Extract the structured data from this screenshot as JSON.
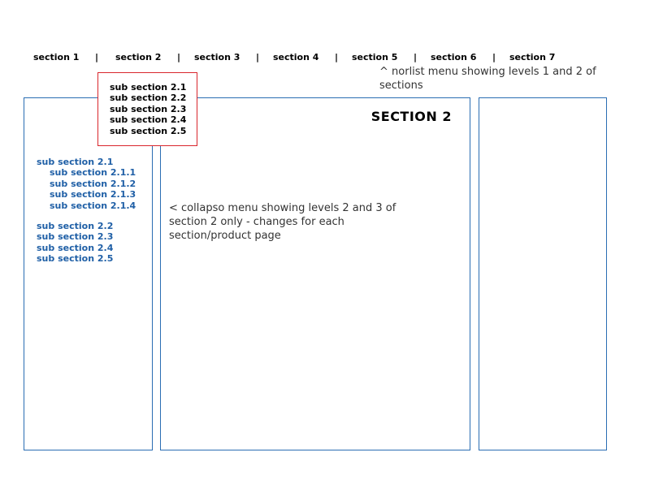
{
  "topnav": {
    "items": [
      {
        "label": "section 1"
      },
      {
        "label": "section 2"
      },
      {
        "label": "section 3"
      },
      {
        "label": "section 4"
      },
      {
        "label": "section 5"
      },
      {
        "label": "section 6"
      },
      {
        "label": "section 7"
      }
    ],
    "separator": "|"
  },
  "notes": {
    "top": "^ norlist menu showing levels 1 and 2 of sections",
    "center": "< collapso menu showing levels 2 and 3 of section 2 only - changes for each section/product page"
  },
  "dropdown": {
    "items": [
      {
        "label": "sub section 2.1"
      },
      {
        "label": "sub section 2.2"
      },
      {
        "label": "sub section 2.3"
      },
      {
        "label": "sub section 2.4"
      },
      {
        "label": "sub section 2.5"
      }
    ]
  },
  "main": {
    "title": "SECTION 2"
  },
  "sidebar": {
    "group1": {
      "label": "sub section 2.1",
      "children": [
        {
          "label": "sub section 2.1.1"
        },
        {
          "label": "sub section 2.1.2"
        },
        {
          "label": "sub section 2.1.3"
        },
        {
          "label": "sub section 2.1.4"
        }
      ]
    },
    "others": [
      {
        "label": "sub section 2.2"
      },
      {
        "label": "sub section 2.3"
      },
      {
        "label": "sub section 2.4"
      },
      {
        "label": "sub section 2.5"
      }
    ]
  },
  "colors": {
    "panel_border": "#2a6db3",
    "dropdown_border": "#d9262c",
    "link_blue": "#1f5fa6"
  }
}
